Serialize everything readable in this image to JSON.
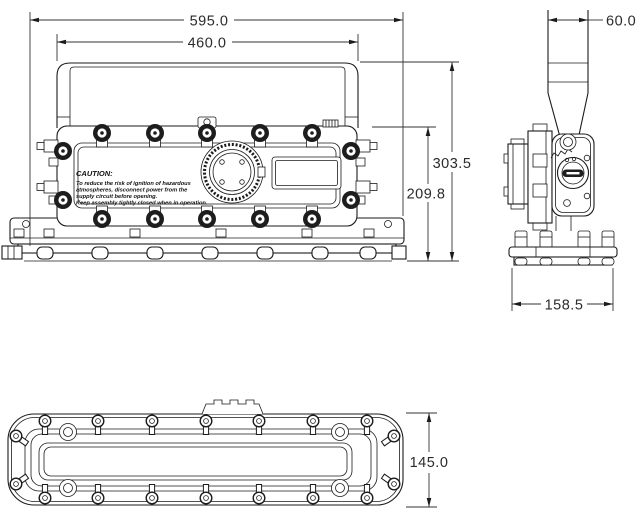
{
  "drawing": {
    "dimensions": {
      "overall_width": "595.0",
      "bracket_width": "460.0",
      "overall_height": "303.5",
      "body_height": "209.8",
      "arm_width": "60.0",
      "base_width": "158.5",
      "body_depth": "145.0"
    },
    "caution": {
      "title": "CAUTION:",
      "lines": [
        "To reduce the risk of ignition of hazardous",
        "atmospheres, disconnect power from the",
        "supply circuit before opening.",
        "Keep assembly tightly closed when in operation."
      ]
    }
  }
}
